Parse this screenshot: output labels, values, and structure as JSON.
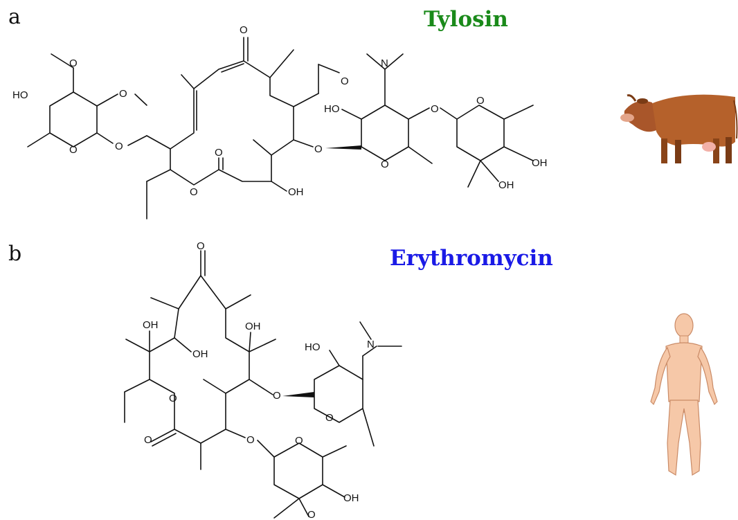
{
  "panels": [
    {
      "letter": "a",
      "title": "Tylosin",
      "title_color": "#1a8a1a",
      "icon": "cow-icon"
    },
    {
      "letter": "b",
      "title": "Erythromycin",
      "title_color": "#1a1ae6",
      "icon": "human-body-icon"
    }
  ],
  "atoms": {
    "O": "O",
    "HO": "HO",
    "OH": "OH",
    "N": "N"
  },
  "colors": {
    "cow_body": "#b5612b",
    "cow_dark": "#7a3b15",
    "human_skin": "#f6c8a8",
    "human_outline": "#c98a66"
  }
}
